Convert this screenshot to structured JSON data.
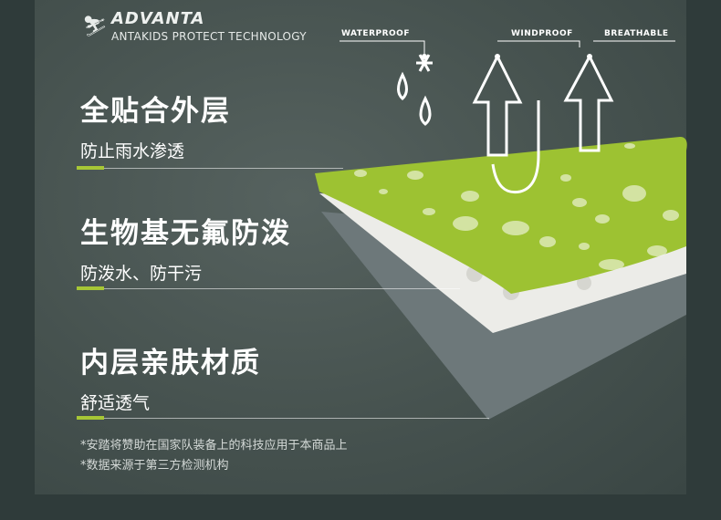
{
  "logo": {
    "brand": "ADVANTA",
    "tagline": "ANTAKIDS PROTECT TECHNOLOGY"
  },
  "labels": {
    "waterproof": "WATERPROOF",
    "windproof": "WINDPROOF",
    "breathable": "BREATHABLE"
  },
  "features": [
    {
      "title": "全贴合外层",
      "subtitle": "防止雨水渗透"
    },
    {
      "title": "生物基无氟防泼",
      "subtitle": "防泼水、防干污"
    },
    {
      "title": "内层亲肤材质",
      "subtitle": "舒适透气"
    }
  ],
  "notes": [
    "*安踏将赞助在国家队装备上的科技应用于本商品上",
    "*数据来源于第三方检测机构"
  ],
  "colors": {
    "accent": "#a7c736",
    "green_layer": "#9dc232",
    "grey_layer": "#6f7a7c"
  }
}
